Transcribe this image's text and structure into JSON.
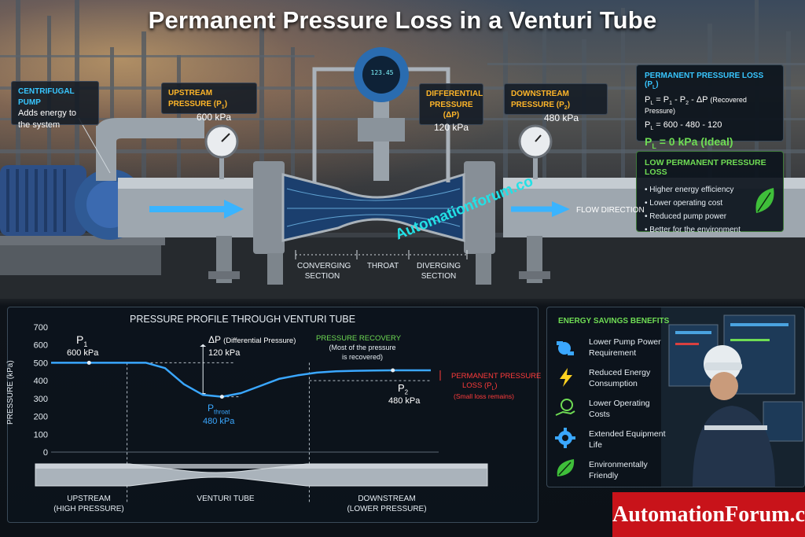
{
  "title": "Permanent Pressure Loss in a Venturi Tube",
  "callouts": {
    "pump": {
      "head": "CENTRIFUGAL PUMP",
      "body": [
        "Adds energy to",
        "the system"
      ]
    },
    "upstream": {
      "head": "UPSTREAM PRESSURE (P",
      "sub": "1",
      "tail": ")",
      "value": "600 kPa"
    },
    "differential": {
      "head": "DIFFERENTIAL",
      "head2": "PRESSURE (ΔP)",
      "value": "120 kPa"
    },
    "downstream": {
      "head": "DOWNSTREAM PRESSURE (P",
      "sub": "2",
      "tail": ")",
      "value": "480 kPa"
    },
    "transmitter_display": "123.45"
  },
  "ppl_panel": {
    "head": "PERMANENT PRESSURE LOSS (P",
    "head_sub": "L",
    "head_tail": ")",
    "eq1": "P",
    "eq1_sub": "L",
    "eq1_rest": " = P",
    "eq1_s1": "1",
    "eq1_mid": " - P",
    "eq1_s2": "2",
    "eq1_end": " - ΔP",
    "eq1_note": "(Recovered Pressure)",
    "eq2": "P",
    "eq2_sub": "L",
    "eq2_rest": " = 600 - 480 - 120",
    "eq3": "P",
    "eq3_sub": "L",
    "eq3_rest": " = 0 kPa (Ideal)"
  },
  "low_loss_panel": {
    "head": "LOW PERMANENT PRESSURE LOSS",
    "items": [
      "Higher energy efficiency",
      "Lower operating cost",
      "Reduced pump power",
      "Better for the environment"
    ]
  },
  "flow_direction": "FLOW DIRECTION",
  "sections": {
    "converging": [
      "CONVERGING",
      "SECTION"
    ],
    "throat": "THROAT",
    "diverging": [
      "DIVERGING",
      "SECTION"
    ]
  },
  "watermark": "Automationforum.co",
  "chart": {
    "title": "PRESSURE PROFILE THROUGH VENTURI TUBE",
    "ylabel": "PRESSURE (kPa)",
    "yticks": [
      "700",
      "600",
      "500",
      "400",
      "300",
      "200",
      "100",
      "0"
    ],
    "p1": "P",
    "p1_sub": "1",
    "p1_value": "600 kPa",
    "dp_label": "ΔP",
    "dp_note": "(Differential Pressure)",
    "dp_value": "120 kPa",
    "recovery_head": "PRESSURE RECOVERY",
    "recovery_note": [
      "(Most of the pressure",
      "is recovered)"
    ],
    "ppl_head": "PERMANENT PRESSURE",
    "ppl_head2": "LOSS (P",
    "ppl_head2_sub": "L",
    "ppl_head2_tail": ")",
    "ppl_note": "(Small loss remains)",
    "p2": "P",
    "p2_sub": "2",
    "p2_value": "480 kPa",
    "pthroat": "P",
    "pthroat_sub": "throat",
    "pthroat_value": "480 kPa",
    "regions": [
      {
        "label": "UPSTREAM",
        "sub": "(HIGH PRESSURE)"
      },
      {
        "label": "VENTURI TUBE",
        "sub": ""
      },
      {
        "label": "DOWNSTREAM",
        "sub": "(LOWER PRESSURE)"
      }
    ]
  },
  "chart_data": {
    "type": "line",
    "title": "PRESSURE PROFILE THROUGH VENTURI TUBE",
    "ylabel": "PRESSURE (kPa)",
    "ylim": [
      0,
      700
    ],
    "x": [
      0,
      0.25,
      0.3,
      0.35,
      0.4,
      0.45,
      0.5,
      0.55,
      0.6,
      0.65,
      0.7,
      0.75,
      0.8,
      0.85,
      0.9,
      0.95,
      1.0
    ],
    "values": [
      500,
      500,
      470,
      380,
      320,
      310,
      330,
      370,
      410,
      430,
      445,
      452,
      455,
      457,
      458,
      458,
      458
    ]
  },
  "benefits": {
    "head": "ENERGY SAVINGS BENEFITS",
    "items": [
      {
        "icon": "pump-icon",
        "lines": [
          "Lower Pump Power",
          "Requirement"
        ]
      },
      {
        "icon": "lightning-icon",
        "lines": [
          "Reduced Energy",
          "Consumption"
        ]
      },
      {
        "icon": "money-hand-icon",
        "lines": [
          "Lower Operating",
          "Costs"
        ]
      },
      {
        "icon": "gear-icon",
        "lines": [
          "Extended Equipment",
          "Life"
        ]
      },
      {
        "icon": "leaf-icon",
        "lines": [
          "Environmentally",
          "Friendly"
        ]
      }
    ]
  },
  "brand": "AutomationForum.co",
  "colors": {
    "accent_cyan": "#38c6ff",
    "accent_orange": "#ffb629",
    "accent_green": "#6fdc54",
    "accent_red": "#ff3b3b",
    "curve": "#3aa7ff",
    "brand_red": "#c8131a"
  }
}
